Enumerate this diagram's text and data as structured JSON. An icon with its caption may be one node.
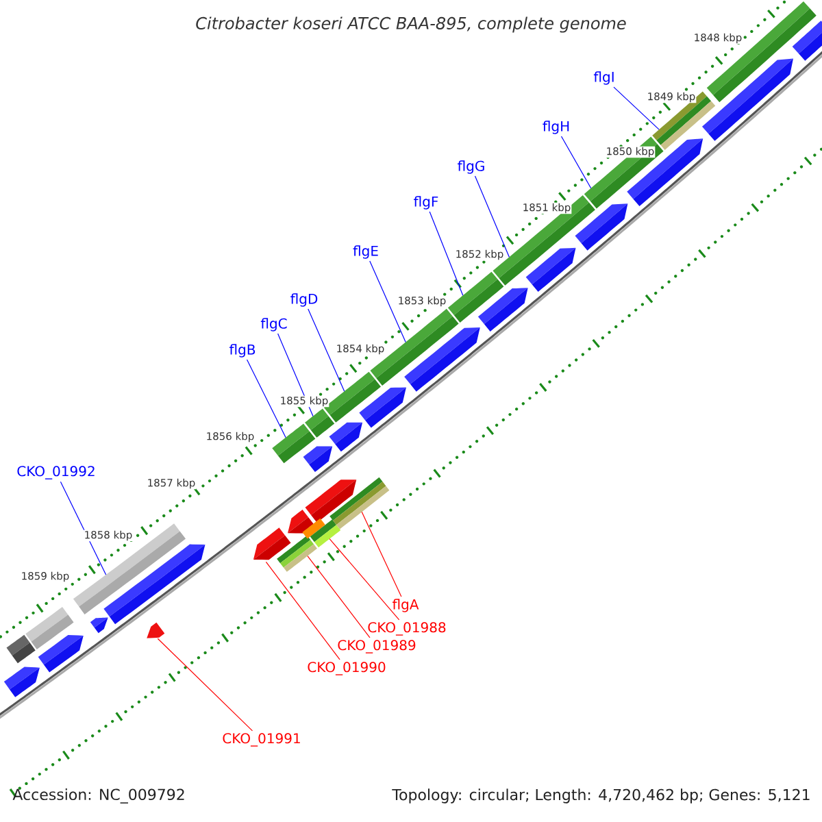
{
  "diagram": {
    "title": "Citrobacter koseri ATCC BAA-895, complete genome",
    "nodes": [
      {
        "text": [
          "flgI"
        ]
      },
      {
        "text": [
          "flgH"
        ]
      },
      {
        "text": [
          "flgG"
        ]
      },
      {
        "text": [
          "flgF"
        ]
      },
      {
        "text": [
          "flgE"
        ]
      },
      {
        "text": [
          "flgD"
        ]
      },
      {
        "text": [
          "flgC"
        ]
      },
      {
        "text": [
          "flgB"
        ]
      },
      {
        "text": [
          "CKO_01992"
        ]
      },
      {
        "text": [
          "flgA"
        ]
      },
      {
        "text": [
          "CKO_01988"
        ]
      },
      {
        "text": [
          "CKO_01989"
        ]
      },
      {
        "text": [
          "CKO_01990"
        ]
      },
      {
        "text": [
          "CKO_01991"
        ]
      },
      {
        "text": [],
        "shape": "bar"
      },
      {
        "text": [],
        "shape": "bar"
      },
      {
        "text": [],
        "shape": "bar"
      },
      {
        "text": [],
        "shape": "bar"
      },
      {
        "text": [],
        "shape": "bar"
      },
      {
        "text": [],
        "shape": "bar"
      },
      {
        "text": [],
        "shape": "bar"
      },
      {
        "text": [],
        "shape": "bar"
      },
      {
        "text": [],
        "shape": "bar"
      },
      {
        "text": [],
        "shape": "bar"
      },
      {
        "text": [],
        "shape": "bar"
      },
      {
        "text": [],
        "shape": "bar"
      },
      {
        "text": [],
        "shape": "bar"
      },
      {
        "text": [],
        "shape": "bar"
      },
      {
        "text": [],
        "shape": "bar"
      },
      {
        "text": [],
        "shape": "bar"
      },
      {
        "text": [],
        "shape": "bar"
      },
      {
        "text": [],
        "shape": "bar"
      },
      {
        "text": [],
        "shape": "bar"
      },
      {
        "text": [],
        "shape": "bar"
      },
      {
        "text": [],
        "shape": "bar"
      },
      {
        "text": [],
        "shape": "bar"
      },
      {
        "text": [],
        "shape": "bar"
      },
      {
        "text": [],
        "shape": "bar"
      },
      {
        "text": [],
        "shape": "bar"
      },
      {
        "text": [],
        "shape": "bar"
      },
      {
        "text": [],
        "shape": "bar"
      },
      {
        "text": [],
        "shape": "bar"
      },
      {
        "text": [],
        "shape": "bar"
      },
      {
        "text": [],
        "shape": "bar"
      },
      {
        "text": [],
        "shape": "bar"
      },
      {
        "text": [],
        "shape": "bar"
      },
      {
        "text": [],
        "shape": "bar"
      },
      {
        "text": [],
        "shape": "bar"
      }
    ],
    "edges": [
      {
        "from": 0,
        "to": 24,
        "arrow": "none"
      },
      {
        "from": 1,
        "to": 23,
        "arrow": "none"
      },
      {
        "from": 2,
        "to": 22,
        "arrow": "none"
      },
      {
        "from": 3,
        "to": 21,
        "arrow": "none"
      },
      {
        "from": 4,
        "to": 20,
        "arrow": "none"
      },
      {
        "from": 5,
        "to": 19,
        "arrow": "none"
      },
      {
        "from": 6,
        "to": 18,
        "arrow": "none"
      },
      {
        "from": 7,
        "to": 17,
        "arrow": "none"
      },
      {
        "from": 8,
        "to": 16,
        "arrow": "none"
      },
      {
        "from": 9,
        "to": 47,
        "arrow": "none",
        "color": "#ff0000"
      },
      {
        "from": 10,
        "to": 46,
        "arrow": "none",
        "color": "#ff0000"
      },
      {
        "from": 11,
        "to": 44,
        "arrow": "none",
        "color": "#ff0000"
      },
      {
        "from": 12,
        "to": 41,
        "arrow": "none",
        "color": "#ff0000"
      },
      {
        "from": 13,
        "to": 40,
        "arrow": "none",
        "color": "#ff0000"
      }
    ],
    "labels": [
      "1848 kbp",
      "1849 kbp",
      "1850 kbp",
      "1851 kbp",
      "1852 kbp",
      "1853 kbp",
      "1854 kbp",
      "1855 kbp",
      "1856 kbp",
      "1857 kbp",
      "1858 kbp",
      "1859 kbp",
      "Accession: NC_009792",
      "Topology: circular; Length: 4,720,462 bp; Genes: 5,121"
    ]
  }
}
